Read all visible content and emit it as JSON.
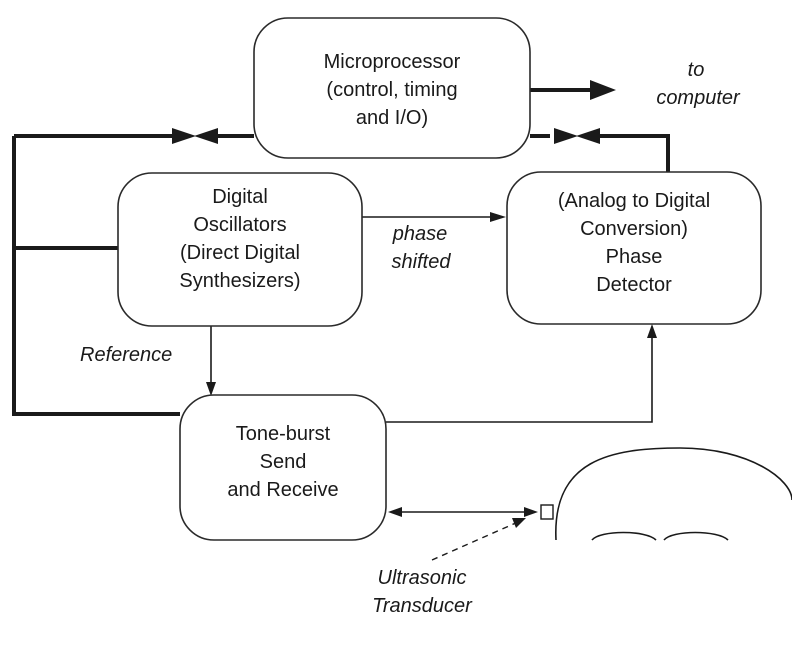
{
  "boxes": {
    "microprocessor": [
      "Microprocessor",
      "(control, timing",
      "and I/O)"
    ],
    "oscillators": [
      "Digital",
      "Oscillators",
      "(Direct Digital",
      "Synthesizers)"
    ],
    "detector": [
      "(Analog to Digital",
      "Conversion)",
      "Phase",
      "Detector"
    ],
    "toneburst": [
      "Tone-burst",
      "Send",
      "and Receive"
    ]
  },
  "labels": {
    "to_computer": [
      "to",
      "computer"
    ],
    "phase_shifted": [
      "phase",
      "shifted"
    ],
    "reference": "Reference",
    "transducer": [
      "Ultrasonic",
      "Transducer"
    ]
  }
}
